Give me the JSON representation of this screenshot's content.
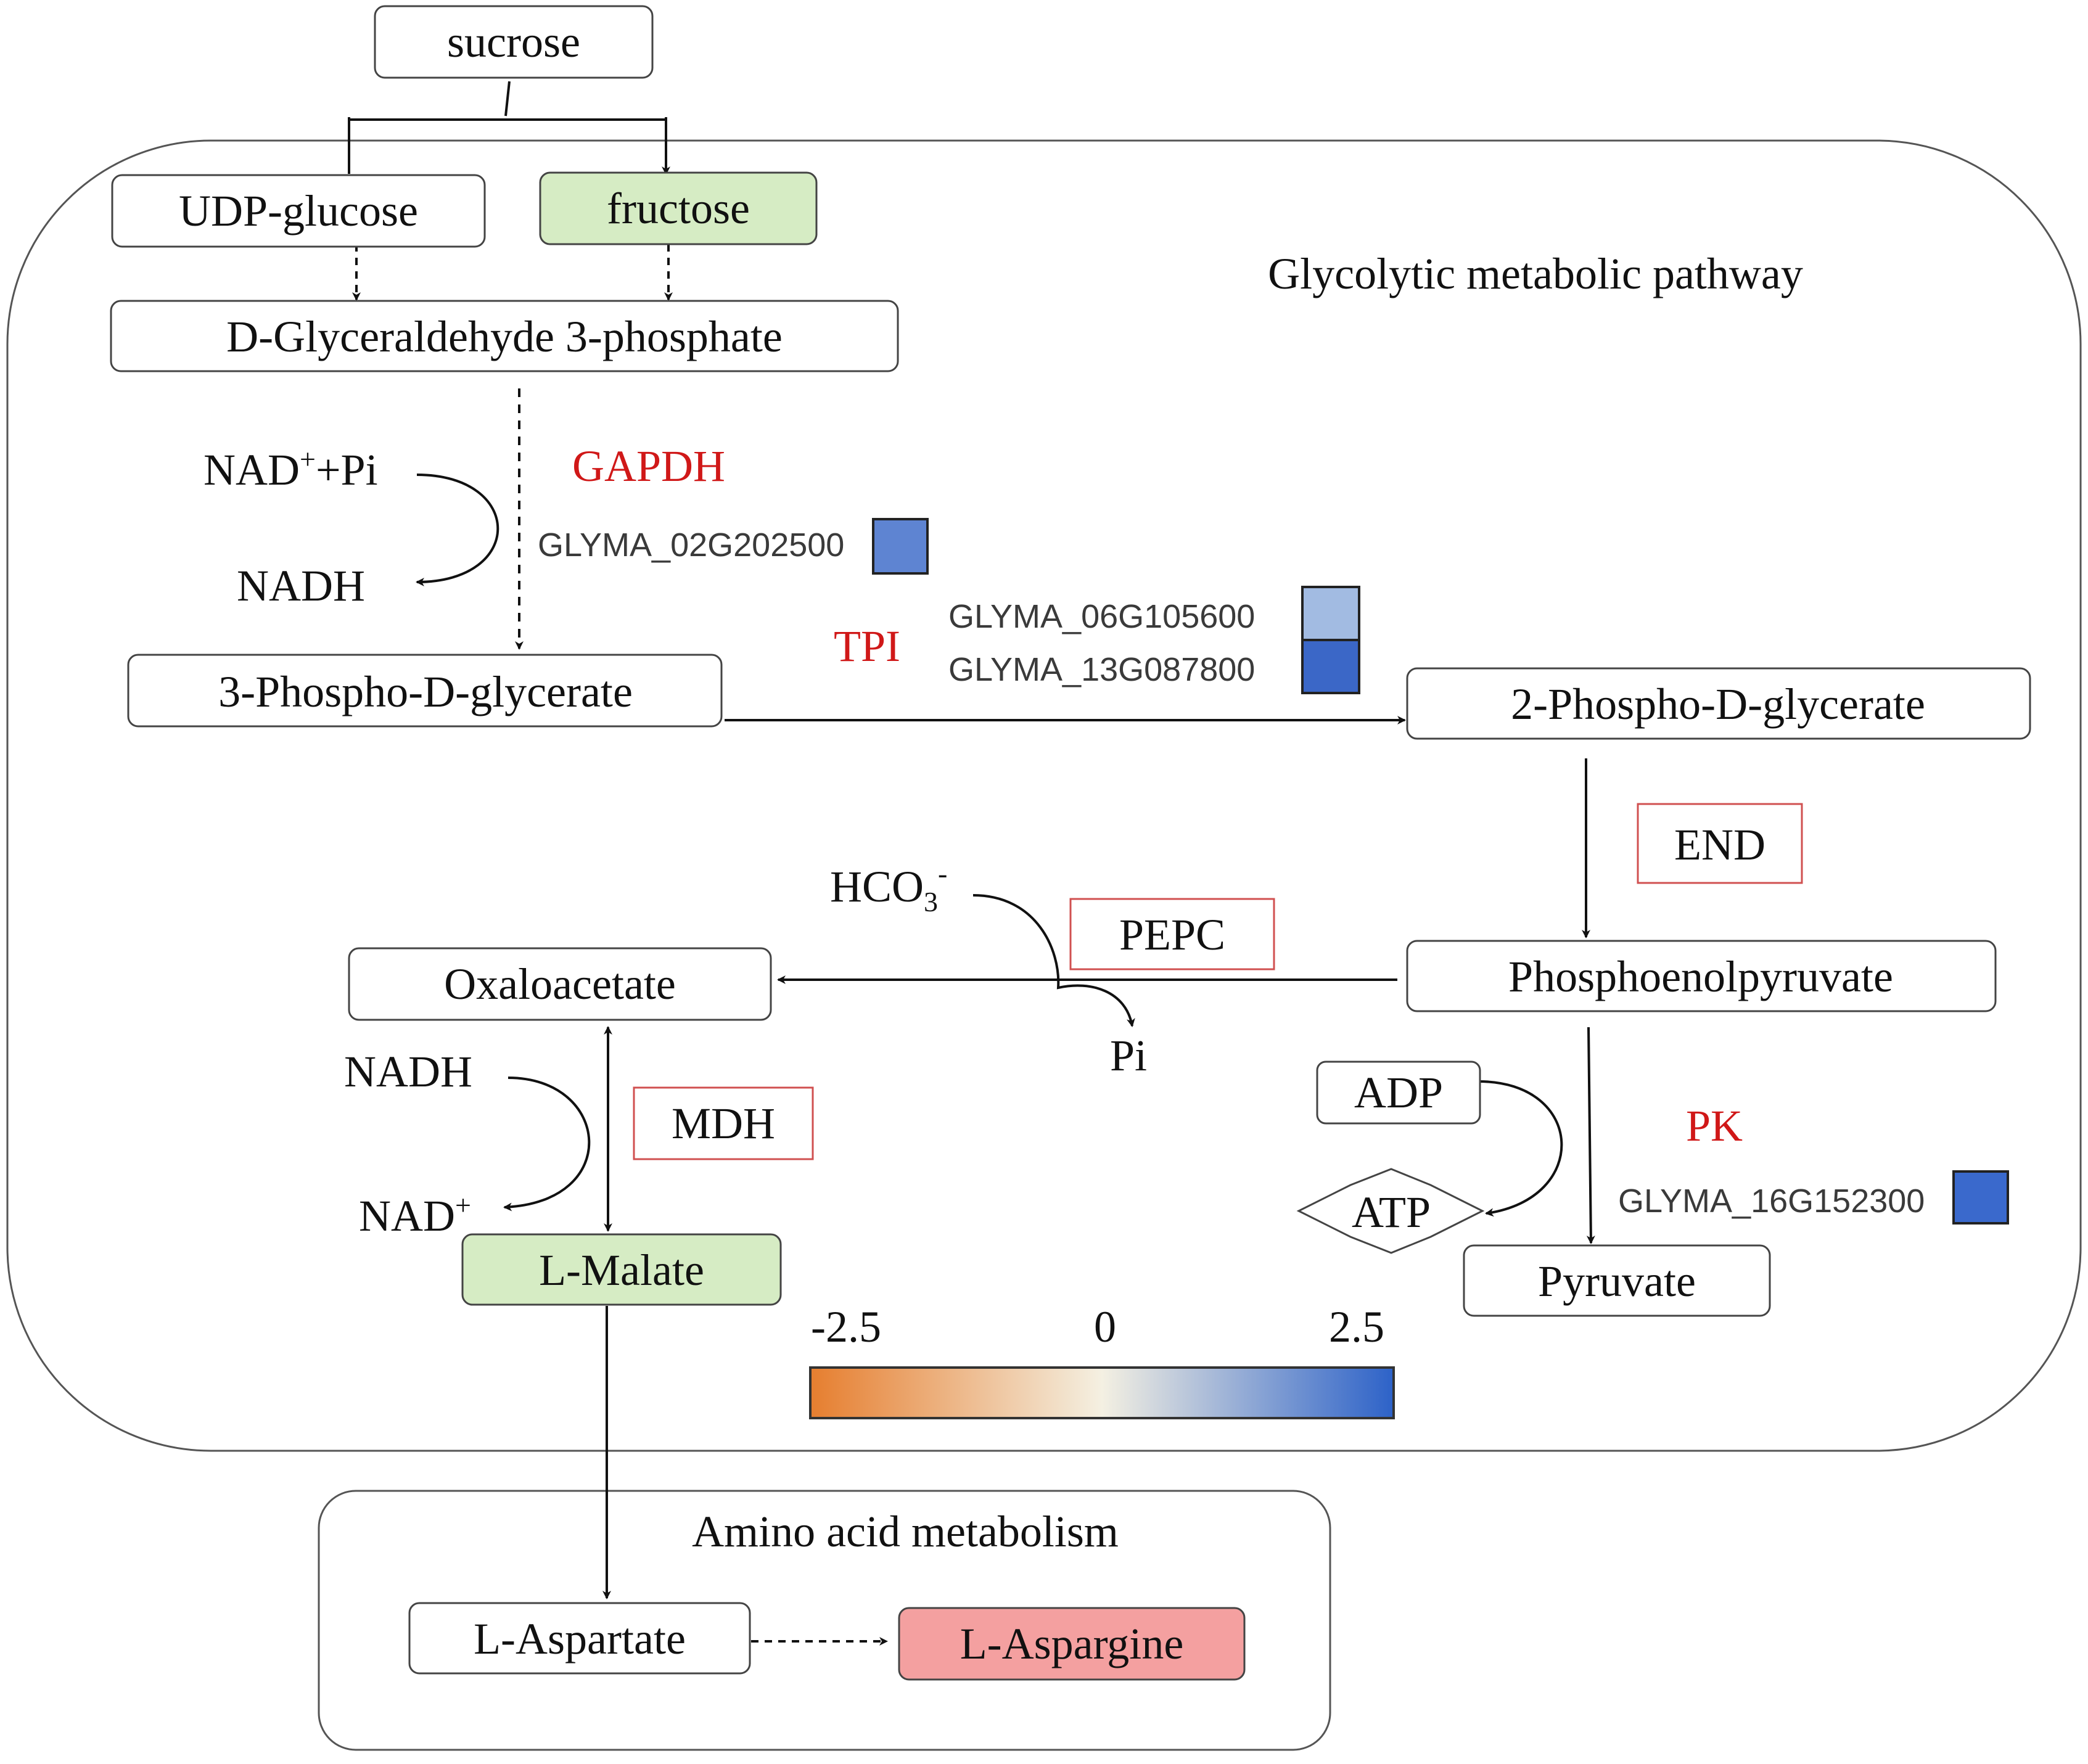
{
  "colors": {
    "plain_node": "#ffffff",
    "green_node": "#d6ecc4",
    "pink_node": "#f4a0a0",
    "enzyme_red": "#d01818",
    "enzyme_box_border": "#d05050",
    "gradient_low": "#e67e2f",
    "gradient_mid": "#f4f0e2",
    "gradient_high": "#2d62c8"
  },
  "regions": {
    "glycolysis_title": "Glycolytic metabolic pathway",
    "amino_title": "Amino acid metabolism"
  },
  "nodes": {
    "sucrose": "sucrose",
    "udp_glucose": "UDP-glucose",
    "fructose": "fructose",
    "g3p": "D-Glyceraldehyde 3-phosphate",
    "pg3": "3-Phospho-D-glycerate",
    "pg2": "2-Phospho-D-glycerate",
    "pep": "Phosphoenolpyruvate",
    "oxaloacetate": "Oxaloacetate",
    "malate": "L-Malate",
    "pyruvate": "Pyruvate",
    "aspartate": "L-Aspartate",
    "aspargine": "L-Aspargine",
    "adp": "ADP",
    "atp": "ATP"
  },
  "cofactors": {
    "nad_pi_prefix": "NAD",
    "nad_pi_sup": "+",
    "nad_pi_suffix": "+Pi",
    "nadh_top": "NADH",
    "hco3_base": "HCO",
    "hco3_sub": "3",
    "hco3_sup": "-",
    "pi": "Pi",
    "nadh_mdh": "NADH",
    "nad_mdh_base": "NAD",
    "nad_mdh_sup": "+"
  },
  "enzymes": {
    "gapdh": "GAPDH",
    "tpi": "TPI",
    "end": "END",
    "pepc": "PEPC",
    "mdh": "MDH",
    "pk": "PK"
  },
  "genes": [
    {
      "id": "GLYMA_02G202500",
      "enzyme": "GAPDH",
      "value": 1.6,
      "color": "#5e84d2"
    },
    {
      "id": "GLYMA_06G105600",
      "enzyme": "TPI",
      "value": 1.1,
      "color": "#a2bbe2"
    },
    {
      "id": "GLYMA_13G087800",
      "enzyme": "TPI",
      "value": 2.2,
      "color": "#3b67c7"
    },
    {
      "id": "GLYMA_16G152300",
      "enzyme": "PK",
      "value": 2.3,
      "color": "#3a69cc"
    }
  ],
  "scale": {
    "min_label": "-2.5",
    "mid_label": "0",
    "max_label": "2.5",
    "min": -2.5,
    "mid": 0,
    "max": 2.5
  }
}
